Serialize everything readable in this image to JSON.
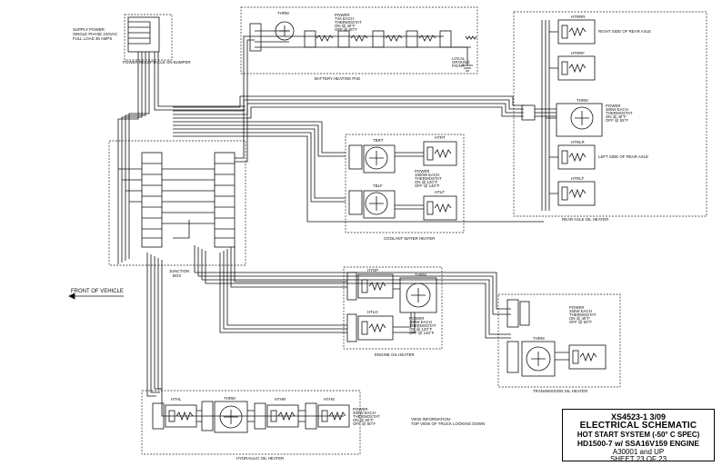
{
  "labels": {
    "supply": [
      "SUPPLY POWER:",
      "SINGLE PHASE 240VAC",
      "FULL LOAD 30 AMPS"
    ],
    "receptacle": "POWER RECEPTACLE ON BUMPER",
    "batt_pad": "BATTERY HEATING PAD",
    "batt_thrm": "THRM",
    "batt_power": [
      "POWER",
      "7VA EACH",
      "THERMOSTAT",
      "ON @ 40°F",
      "OFF @ 50°F"
    ],
    "local_ground": [
      "LOCAL",
      "GROUND",
      "POINT"
    ],
    "right_axle": "RIGHT SIDE OF REAR AXLE",
    "left_axle": "LEFT SIDE OF REAR AXLE",
    "rear_axle": "REAR AXLE OIL HEATER",
    "rear_thrm": "THRM",
    "rear_power": [
      "POWER",
      "360W EACH",
      "THERMOSTAT",
      "ON @ 40°F",
      "OFF @ 55°F"
    ],
    "htrs": [
      "HTRRR",
      "HTRRF",
      "HTRLR",
      "HTRLF"
    ],
    "coolant": "COOLANT WATER HEATER",
    "tbrt": "TBRT",
    "tblf": "TBLF",
    "htrt": "HTRT",
    "htlf": "HTLF",
    "coolant_power": [
      "POWER",
      "1500W EACH",
      "THERMOSTAT",
      "ON @ 120°F",
      "OFF @ 140°F"
    ],
    "junction": [
      "JUNCTION",
      "BOX"
    ],
    "front": "FRONT OF VEHICLE",
    "engine_oil": "ENGINE OIL HEATER",
    "htop": "HTOP",
    "htlo": "HTLO",
    "engine_thrm": "THRM",
    "engine_power": [
      "POWER",
      "300W EACH",
      "THERMOSTAT",
      "ON @ 120°F",
      "OFF @ 140°F"
    ],
    "trans_oil": "TRANSMISSION OIL HEATER",
    "trans_power": [
      "POWER",
      "250W EACH",
      "THERMOSTAT",
      "ON @ 40°F",
      "OFF @ 60°F"
    ],
    "trans_thrm": "THRM",
    "hyd_oil": "HYDRAULIC OIL HEATER",
    "hyd_labels": [
      "HTHL",
      "THRM",
      "HTHR",
      "HTHS"
    ],
    "hyd_power": [
      "POWER",
      "300W EACH",
      "THERMOSTAT",
      "ON @ 50°F",
      "OFF @ 80°F"
    ],
    "view_info": [
      "VIEW INFORMATION:",
      "TOP VIEW OF TRUCK LOOKING DOWN"
    ]
  },
  "title_block": {
    "line1": "XS4523-1   3/09",
    "line2": "ELECTRICAL SCHEMATIC",
    "line3": "HOT START SYSTEM (-50° C SPEC)",
    "line4": "HD1500-7 w/ SSA16V159 ENGINE",
    "line5": "A30001 and UP",
    "line6": "SHEET 23 OF 23"
  }
}
